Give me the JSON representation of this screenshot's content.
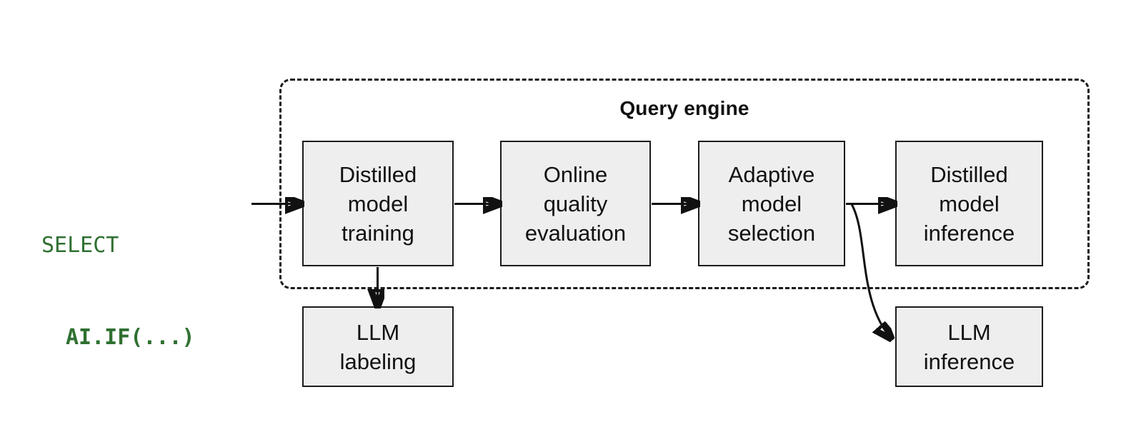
{
  "diagram": {
    "title": "Query engine",
    "sql": {
      "line1": "SELECT",
      "line2": "AI.IF(...)",
      "color": "#2f7031"
    },
    "colors": {
      "box_fill": "#eeeeee",
      "box_border": "#1c1c1c",
      "container_border": "#1a1a1a",
      "text": "#111111",
      "arrow": "#111111",
      "background": "#ffffff"
    },
    "nodes": [
      {
        "id": "distilled-model-training",
        "label": "Distilled\nmodel\ntraining",
        "inside_query_engine": true
      },
      {
        "id": "online-quality-evaluation",
        "label": "Online\nquality\nevaluation",
        "inside_query_engine": true
      },
      {
        "id": "adaptive-model-selection",
        "label": "Adaptive\nmodel\nselection",
        "inside_query_engine": true
      },
      {
        "id": "distilled-model-inference",
        "label": "Distilled\nmodel\ninference",
        "inside_query_engine": true
      },
      {
        "id": "llm-labeling",
        "label": "LLM\nlabeling",
        "inside_query_engine": false
      },
      {
        "id": "llm-inference",
        "label": "LLM\ninference",
        "inside_query_engine": false
      }
    ],
    "edges": [
      {
        "from": "sql-query",
        "to": "distilled-model-training",
        "style": "straight"
      },
      {
        "from": "distilled-model-training",
        "to": "online-quality-evaluation",
        "style": "straight"
      },
      {
        "from": "online-quality-evaluation",
        "to": "adaptive-model-selection",
        "style": "straight"
      },
      {
        "from": "adaptive-model-selection",
        "to": "distilled-model-inference",
        "style": "straight"
      },
      {
        "from": "distilled-model-training",
        "to": "llm-labeling",
        "style": "straight-down"
      },
      {
        "from": "adaptive-model-selection",
        "to": "llm-inference",
        "style": "curved-down"
      }
    ]
  }
}
